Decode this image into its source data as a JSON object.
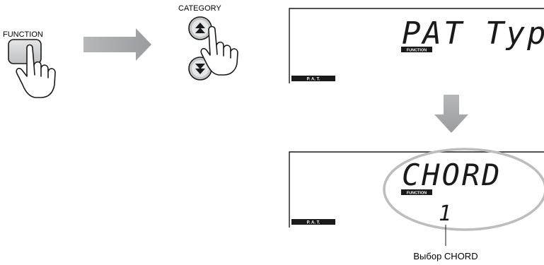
{
  "buttons": {
    "function_label": "FUNCTION",
    "category_label": "CATEGORY"
  },
  "display_top": {
    "main_text": "PAT Type",
    "function_tag": "FUNCTION",
    "mode_tag": "P. A. T."
  },
  "display_bottom": {
    "main_text": "CHORD",
    "function_tag": "FUNCTION",
    "value": "1",
    "mode_tag": "P. A. T."
  },
  "callout": {
    "label": "Выбор CHORD"
  },
  "colors": {
    "arrow": "#a7a9ab",
    "button_fill": "#c9cacb",
    "ellipse": "#bdbdbd",
    "tag_bg": "#1a1a1a"
  },
  "icons": [
    "hand-pointer-icon",
    "chevron-double-up-icon",
    "chevron-double-down-icon",
    "arrow-right-icon",
    "arrow-down-icon"
  ]
}
